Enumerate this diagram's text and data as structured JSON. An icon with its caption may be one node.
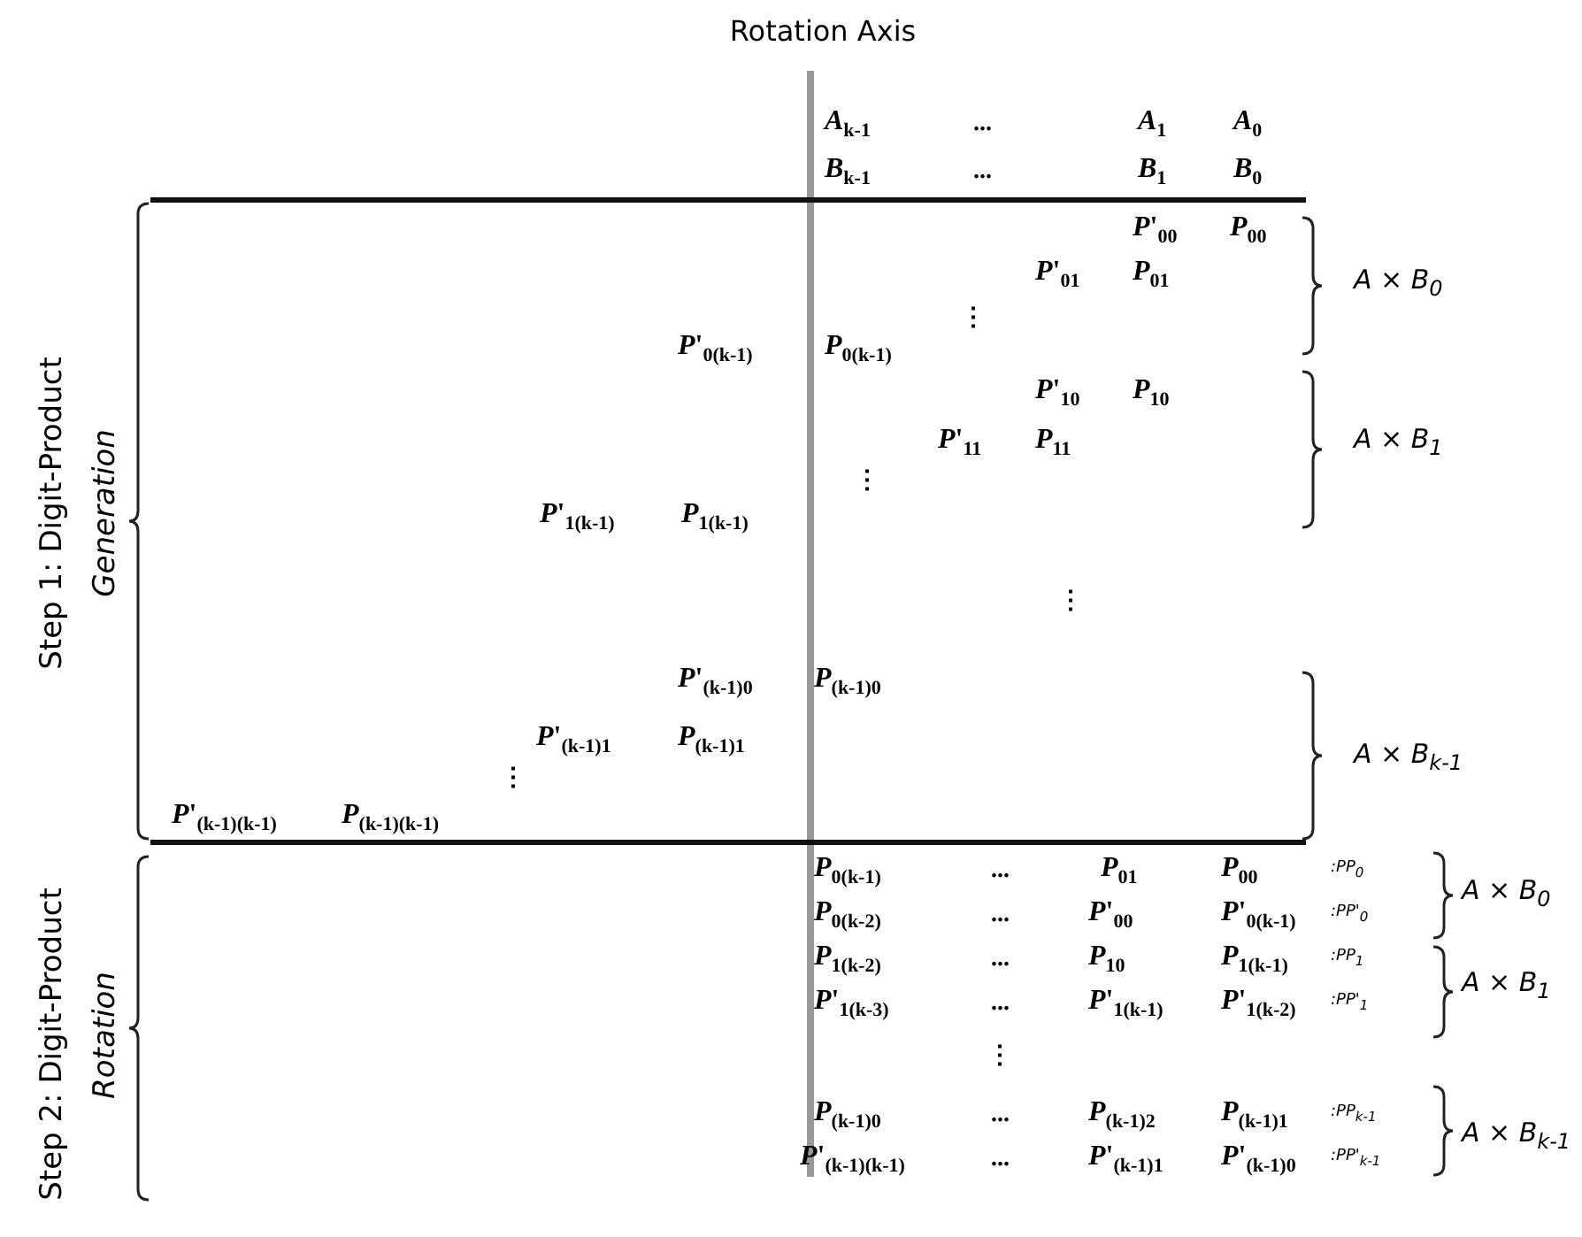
{
  "diagram": {
    "labels": [
      "Rotation Axis",
      "*A*$_{k-1}$",
      "...",
      "*A*$_{1}$",
      "*A*$_{0}$",
      "*B*$_{k-1}$",
      "...",
      "*B*$_{1}$",
      "*B*$_{0}$",
      "Step 1: Digit-Product",
      "Generation",
      "*P*'$_{00}$",
      "*P*$_{00}$",
      "*P*'$_{01}$",
      "*P*$_{01}$",
      "A × B$_{0}$",
      "⋮",
      "*P*'$_{0(k-1)}$",
      "*P*$_{0(k-1)}$",
      "*P*'$_{10}$",
      "*P*$_{10}$",
      "*P*'$_{11}$",
      "*P*$_{11}$",
      "A × B$_{1}$",
      "⋮",
      "*P*'$_{1(k-1)}$",
      "*P*$_{1(k-1)}$",
      "⋮",
      "*P*'$_{(k-1)0}$",
      "*P*$_{(k-1)0}$",
      "*P*'$_{(k-1)1}$",
      "*P*$_{(k-1)1}$",
      "A × B$_{k-1}$",
      "⋮",
      "*P*'$_{(k-1)(k-1)}$",
      "*P*$_{(k-1)(k-1)}$",
      "Step 2: Digit-Product",
      "Rotation",
      "*P*$_{0(k-1)}$",
      "...",
      "*P*$_{01}$",
      "*P*$_{00}$",
      ":PP$_{0}$",
      "A × B$_{0}$",
      "*P*$_{0(k-2)}$",
      "...",
      "*P*'$_{00}$",
      "*P*'$_{0(k-1)}$",
      ":PP'$_{0}$",
      "*P*$_{1(k-2)}$",
      "...",
      "*P*$_{10}$",
      "*P*$_{1(k-1)}$",
      ":PP$_{1}$",
      "A × B$_{1}$",
      "*P*'$_{1(k-3)}$",
      "...",
      "*P*'$_{1(k-1)}$",
      "*P*'$_{1(k-2)}$",
      ":PP'$_{1}$",
      "⋮",
      "*P*$_{(k-1)0}$",
      "...",
      "*P*$_{(k-1)2}$",
      "*P*$_{(k-1)1}$",
      ":PP$_{k-1}$",
      "A × B$_{k-1}$",
      "*P*'$_{(k-1)(k-1)}$",
      "...",
      "*P*'$_{(k-1)1}$",
      "*P*'$_{(k-1)0}$",
      ":PP'$_{k-1}$"
    ]
  }
}
